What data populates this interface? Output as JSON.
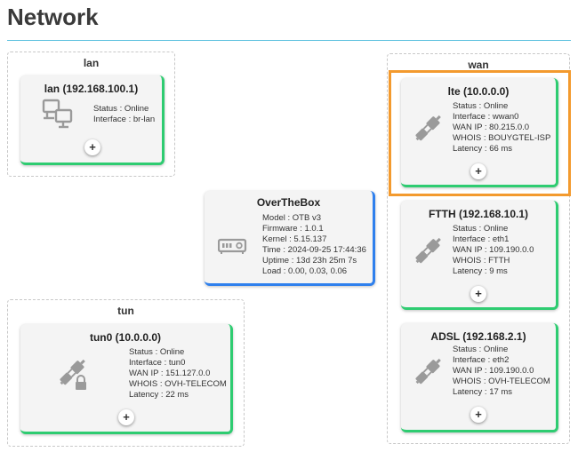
{
  "page": {
    "title": "Network"
  },
  "zones": {
    "lan": {
      "title": "lan"
    },
    "wan": {
      "title": "wan"
    },
    "tun": {
      "title": "tun"
    }
  },
  "cards": {
    "lan": {
      "title": "lan (192.168.100.1)",
      "lines": [
        "Status : Online",
        "Interface : br-lan"
      ],
      "icon": "computer-network-icon",
      "add_label": "+"
    },
    "otb": {
      "title": "OverTheBox",
      "lines": [
        "Model : OTB v3",
        "Firmware : 1.0.1",
        "Kernel : 5.15.137",
        "Time : 2024-09-25 17:44:36",
        "Uptime : 13d 23h 25m 7s",
        "Load : 0.00, 0.03, 0.06"
      ],
      "icon": "router-icon"
    },
    "lte": {
      "title": "lte (10.0.0.0)",
      "lines": [
        "Status : Online",
        "Interface : wwan0",
        "WAN IP : 80.215.0.0",
        "WHOIS : BOUYGTEL-ISP",
        "Latency : 66 ms"
      ],
      "icon": "plug-icon",
      "add_label": "+"
    },
    "ftth": {
      "title": "FTTH (192.168.10.1)",
      "lines": [
        "Status : Online",
        "Interface : eth1",
        "WAN IP : 109.190.0.0",
        "WHOIS : FTTH",
        "Latency : 9 ms"
      ],
      "icon": "plug-icon",
      "add_label": "+"
    },
    "adsl": {
      "title": "ADSL (192.168.2.1)",
      "lines": [
        "Status : Online",
        "Interface : eth2",
        "WAN IP : 109.190.0.0",
        "WHOIS : OVH-TELECOM",
        "Latency : 17 ms"
      ],
      "icon": "plug-icon",
      "add_label": "+"
    },
    "tun0": {
      "title": "tun0 (10.0.0.0)",
      "lines": [
        "Status : Online",
        "Interface : tun0",
        "WAN IP : 151.127.0.0",
        "WHOIS : OVH-TELECOM",
        "Latency : 22 ms"
      ],
      "icon": "plug-lock-icon",
      "add_label": "+"
    }
  },
  "colors": {
    "online_border": "#2ecc71",
    "core_border": "#2f80ed",
    "selection_outline": "#f39a2e",
    "title_rule": "#5bc0de"
  }
}
